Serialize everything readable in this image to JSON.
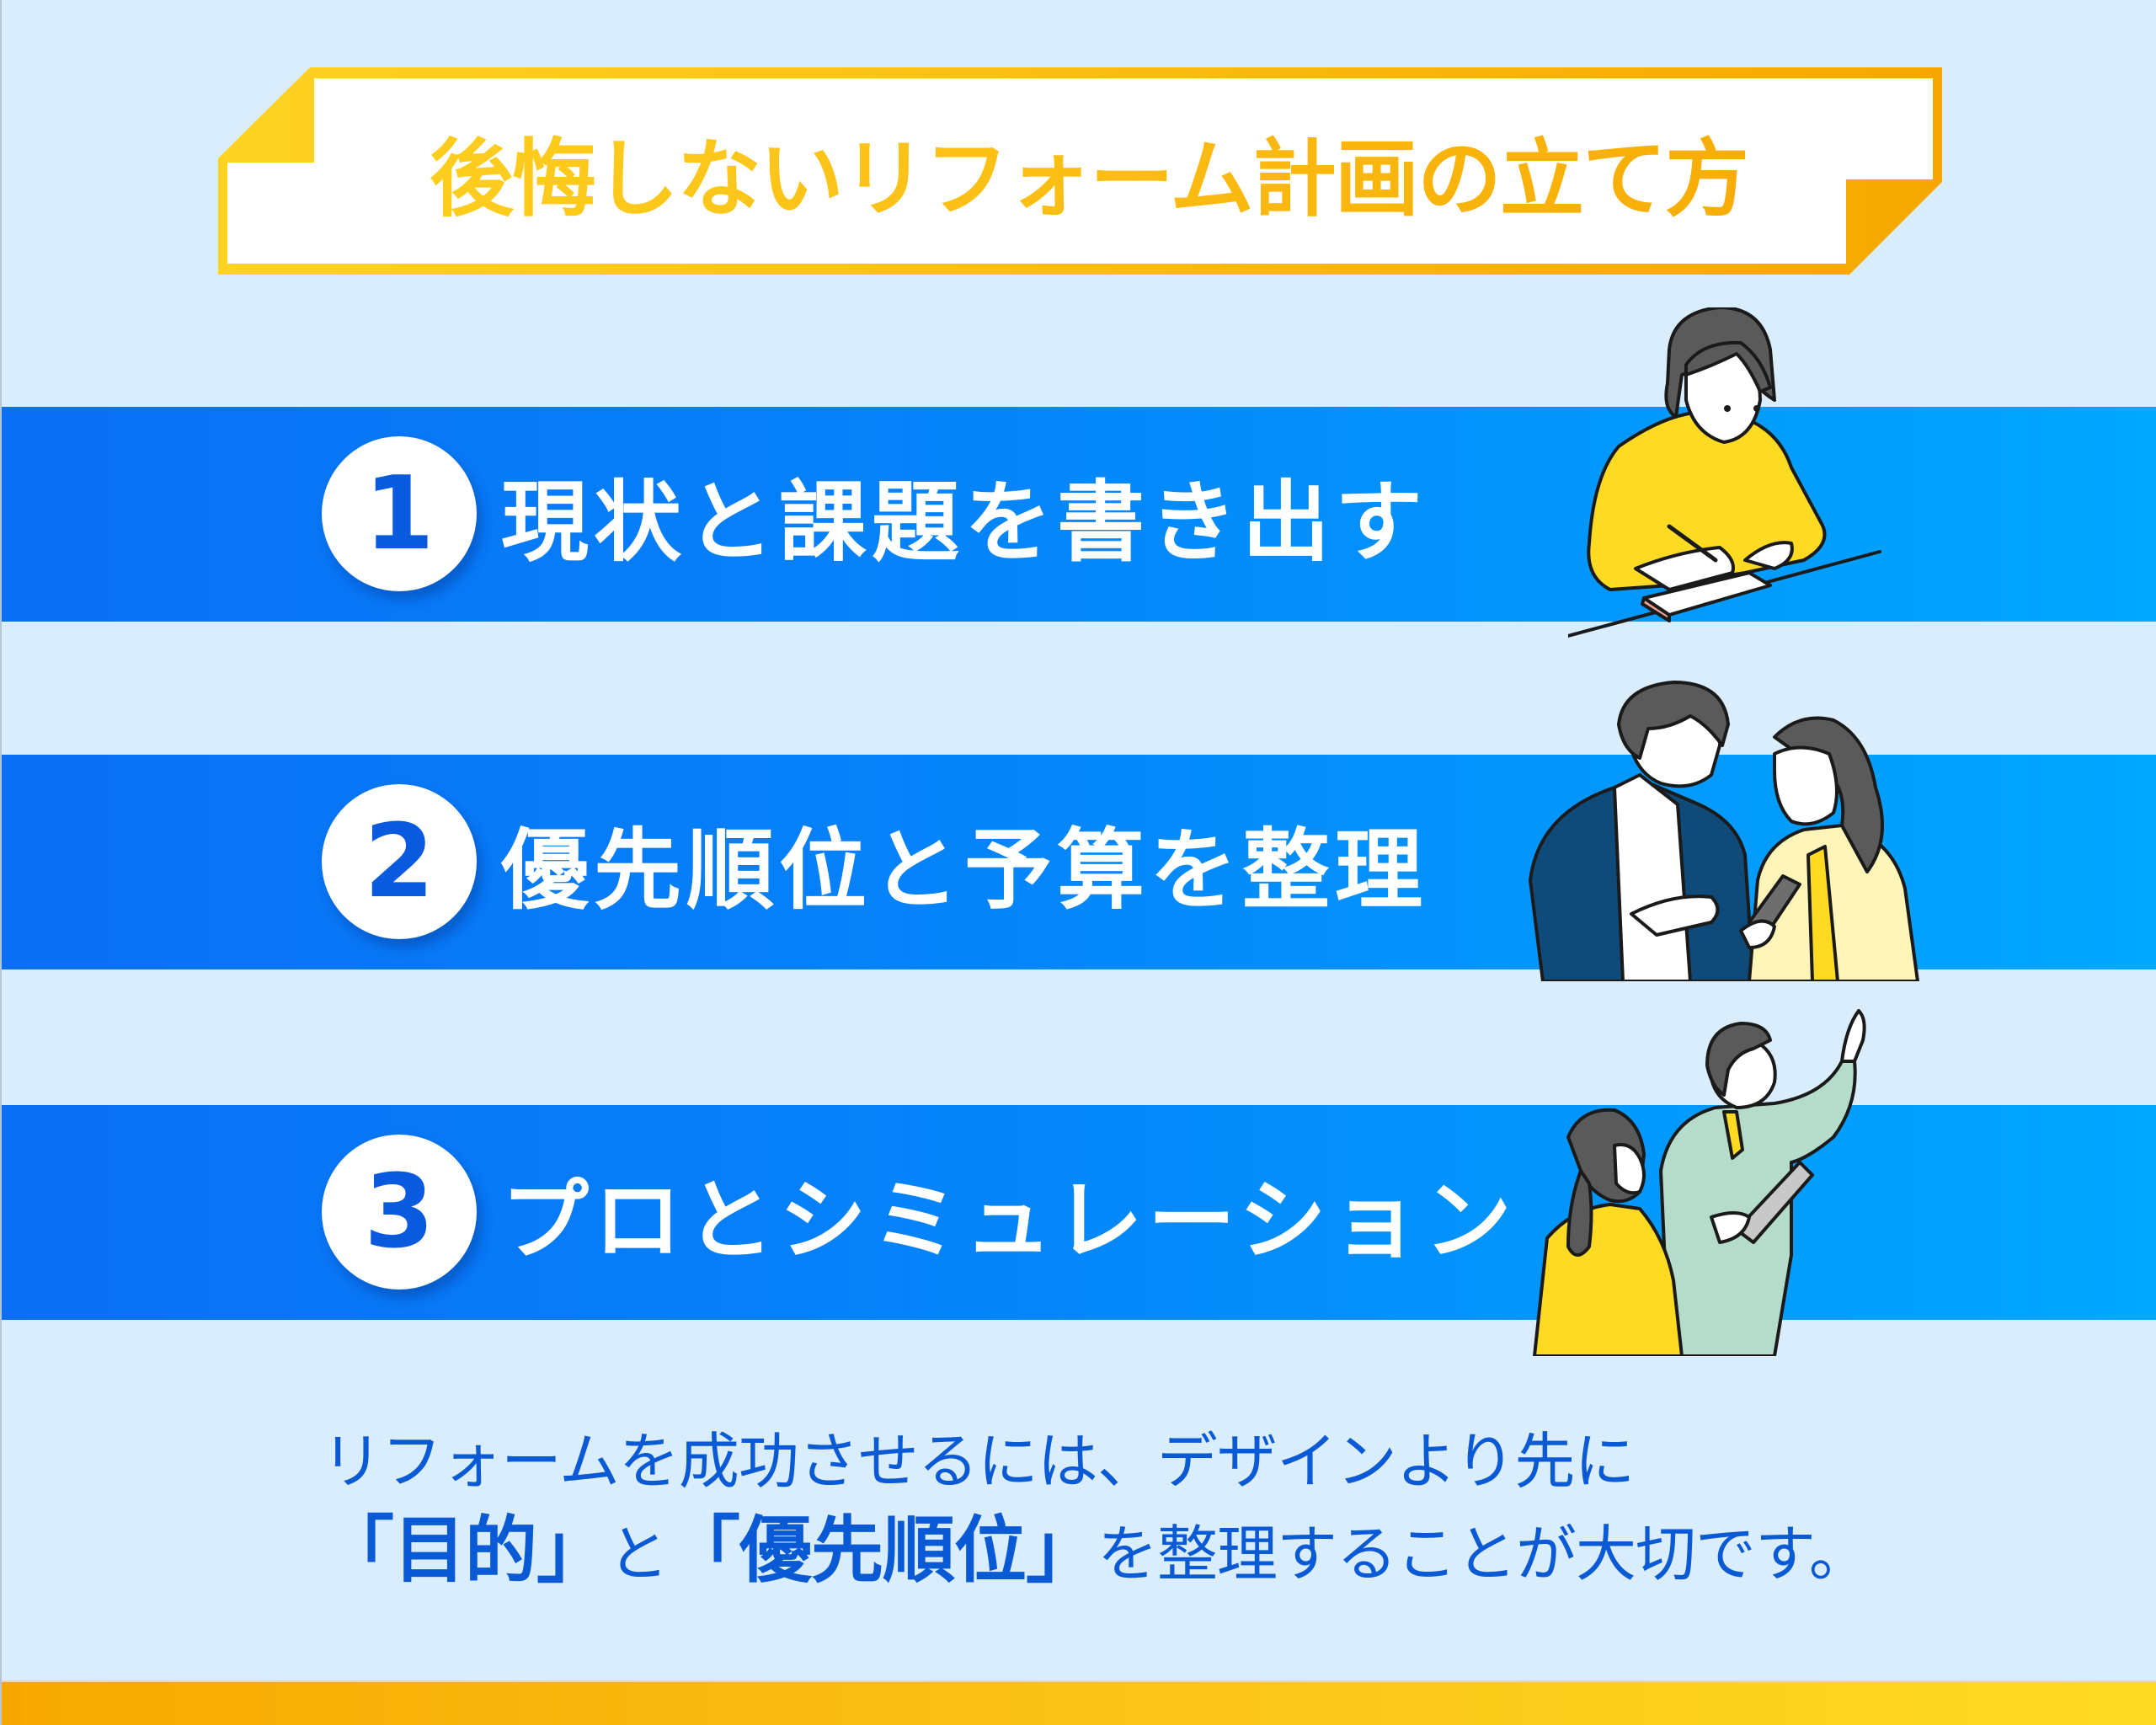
{
  "title": {
    "text": "後悔しないリフォーム計画の立て方",
    "colors": {
      "start": "#fed322",
      "end": "#f6a800"
    }
  },
  "steps": [
    {
      "number": "1",
      "label": "現状と課題を書き出す",
      "illustration": "woman-writing-notes-icon"
    },
    {
      "number": "2",
      "label": "優先順位と予算を整理",
      "illustration": "couple-looking-at-smartphone-icon"
    },
    {
      "number": "3",
      "label": "プロとシミュレーション",
      "illustration": "worker-explaining-to-client-icon"
    }
  ],
  "summary": {
    "line1": "リフォームを成功させるには、デザインより先に",
    "line2": {
      "emphasis1": "「目的」",
      "connector": "と",
      "emphasis2": "「優先順位」",
      "rest": "を整理することが大切です。"
    }
  },
  "colors": {
    "background": "#d9edfd",
    "band_start": "#0a6ff5",
    "band_end": "#00a8ff",
    "number": "#0a5ae0",
    "summary_text": "#0a5ad6",
    "stripe_start": "#f7a800",
    "stripe_end": "#fedb22"
  }
}
